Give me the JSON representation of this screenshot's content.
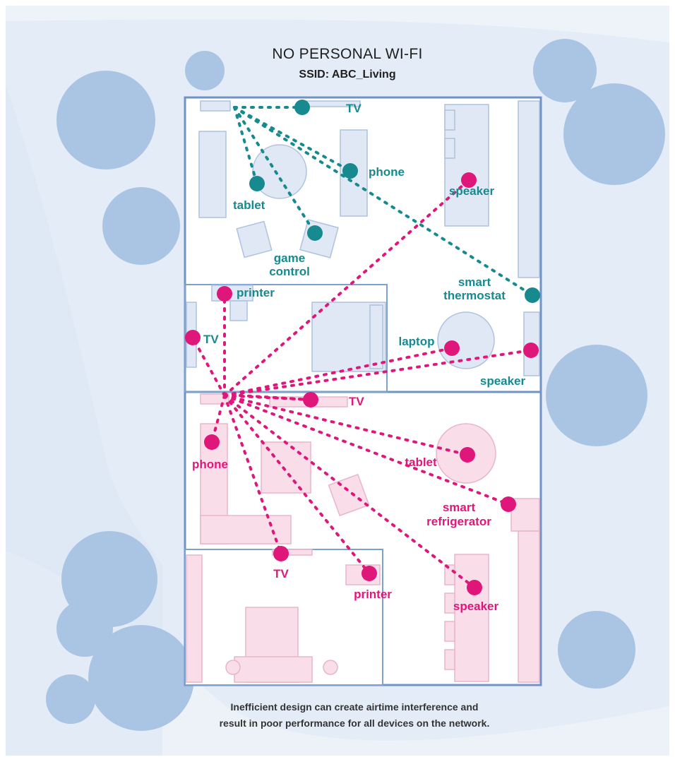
{
  "title": "NO PERSONAL WI-FI",
  "subtitle": "SSID: ABC_Living",
  "caption_line1": "Inefficient design can create airtime interference and",
  "caption_line2": "result in poor performance for all devices on the network.",
  "colors": {
    "upper_unit": "#168a8e",
    "lower_unit": "#e0177a",
    "wall": "#6f93c4",
    "tree": "#aac4e3",
    "background": "#e4edf7"
  },
  "upper_unit": {
    "devices": {
      "tv": "TV",
      "tablet": "tablet",
      "phone": "phone",
      "game_control_1": "game",
      "game_control_2": "control",
      "thermostat_1": "smart",
      "thermostat_2": "thermostat"
    }
  },
  "lower_unit": {
    "devices": {
      "speaker_top": "speaker",
      "printer_top": "printer",
      "tv_left": "TV",
      "laptop": "laptop",
      "speaker_right": "speaker",
      "tv_mid": "TV",
      "phone": "phone",
      "tablet": "tablet",
      "refrigerator_1": "smart",
      "refrigerator_2": "refrigerator",
      "tv_bottom": "TV",
      "printer_bottom": "printer",
      "speaker_bottom": "speaker"
    }
  }
}
